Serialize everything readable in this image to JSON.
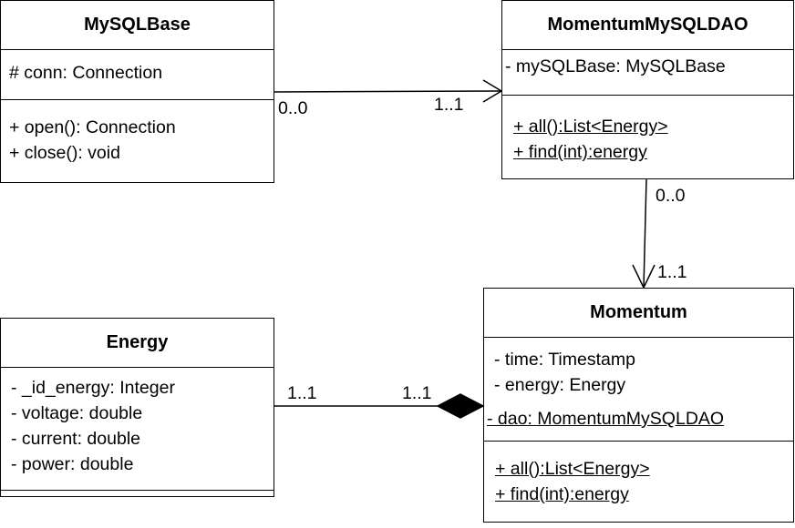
{
  "classes": {
    "mysqlbase": {
      "name": "MySQLBase",
      "attributes": [
        "# conn: Connection"
      ],
      "methods": [
        "+ open(): Connection",
        "+ close(): void"
      ]
    },
    "dao": {
      "name": "MomentumMySQLDAO",
      "attributes": [
        "- mySQLBase: MySQLBase"
      ],
      "methods": [
        "+ all():List<Energy>",
        "+ find(int):energy"
      ]
    },
    "energy": {
      "name": "Energy",
      "attributes": [
        "- _id_energy: Integer",
        "- voltage: double",
        "- current: double",
        "- power: double"
      ],
      "methods": []
    },
    "momentum": {
      "name": "Momentum",
      "attributes": [
        "- time: Timestamp",
        "- energy: Energy"
      ],
      "static_attributes": [
        "- dao: MomentumMySQLDAO"
      ],
      "methods": [
        "+ all():List<Energy>",
        "+ find(int):energy"
      ]
    }
  },
  "associations": [
    {
      "from": "MySQLBase",
      "to": "MomentumMySQLDAO",
      "type": "directed-association",
      "from_multiplicity": "0..0",
      "to_multiplicity": "1..1"
    },
    {
      "from": "MomentumMySQLDAO",
      "to": "Momentum",
      "type": "directed-association",
      "from_multiplicity": "0..0",
      "to_multiplicity": "1..1"
    },
    {
      "from": "Energy",
      "to": "Momentum",
      "type": "composition",
      "from_multiplicity": "1..1",
      "to_multiplicity": "1..1"
    }
  ],
  "colors": {
    "stroke": "#000000",
    "fill": "#ffffff",
    "text": "#000000"
  }
}
